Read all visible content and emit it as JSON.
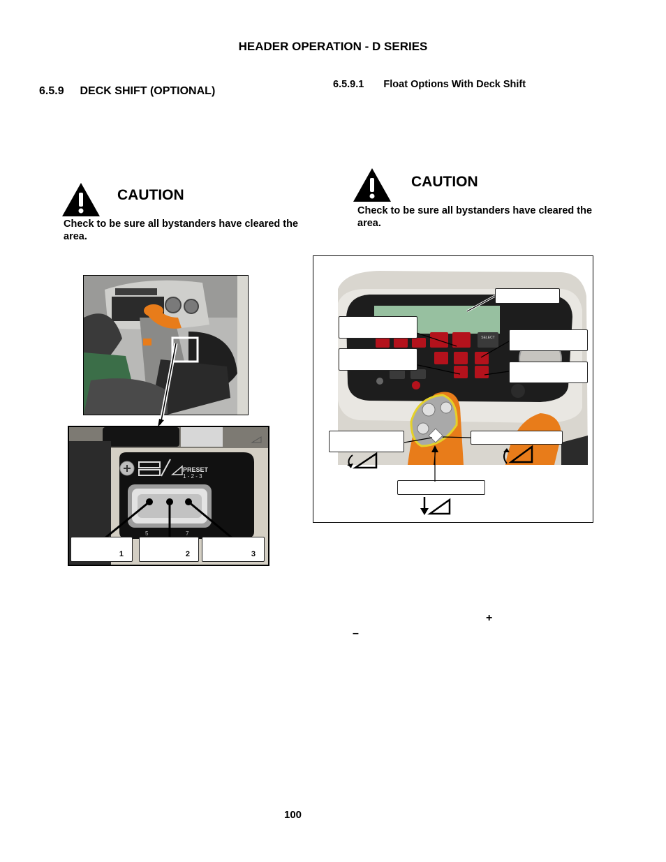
{
  "page_header": "HEADER OPERATION - D SERIES",
  "left": {
    "section_number": "6.5.9",
    "section_title": "DECK SHIFT (OPTIONAL)",
    "caution": {
      "heading": "CAUTION",
      "text": "Check to be sure all bystanders have cleared the area."
    },
    "switch_callouts": [
      "1",
      "2",
      "3"
    ],
    "panel_label": "PRESET",
    "panel_sublabel": "1 - 2 - 3",
    "panel_numbers": [
      "5",
      "7"
    ]
  },
  "right": {
    "subsection_number": "6.5.9.1",
    "subsection_title": "Float Options With Deck Shift",
    "caution": {
      "heading": "CAUTION",
      "text": "Check to be sure all bystanders have cleared the area."
    },
    "console_button_label": "SELECT"
  },
  "symbols": {
    "plus": "+",
    "minus": "–"
  },
  "page_number": "100",
  "colors": {
    "console_orange": "#e87c1a",
    "console_grey": "#d9d6cf",
    "display_green": "#97c0a0",
    "button_red": "#b4121c"
  }
}
